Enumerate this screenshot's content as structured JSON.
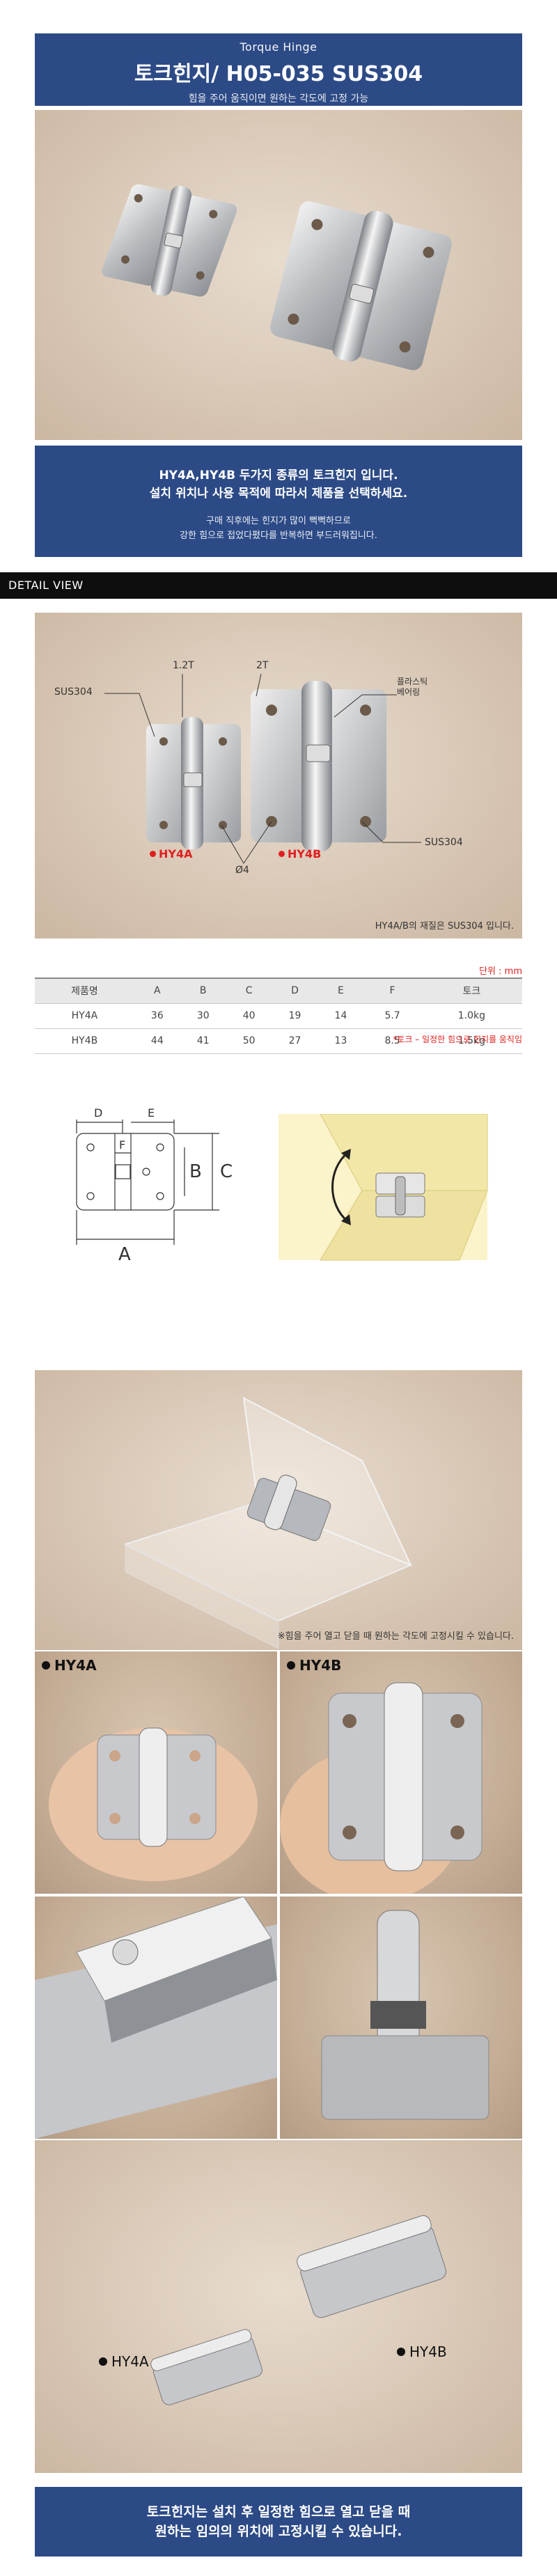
{
  "header": {
    "subtitle": "Torque Hinge",
    "title": "토크힌지/ H05-035 SUS304",
    "description": "힘을 주어 움직이면 원하는 각도에 고정 가능"
  },
  "intro": {
    "line1": "HY4A,HY4B 두가지 종류의 토크힌지 입니다.",
    "line2": "설치 위치나 사용 목적에 따라서 제품을 선택하세요.",
    "line3": "구매 직후에는 힌지가 많이 뻑뻑하므로",
    "line4": "강한 힘으로 접었다폈다를 반복하면 부드러워집니다."
  },
  "detail_bar": {
    "label": "DETAIL VIEW"
  },
  "detail": {
    "sus_left": "SUS304",
    "thick_a": "1.2T",
    "thick_b": "2T",
    "plastic_bearing_1": "플라스틱",
    "plastic_bearing_2": "베어링",
    "label_a": "HY4A",
    "label_b": "HY4B",
    "hole": "Ø4",
    "sus_right": "SUS304",
    "note": "HY4A/B의 재질은 SUS304 입니다."
  },
  "spec": {
    "unit": "단위 : mm",
    "headers": [
      "제품명",
      "A",
      "B",
      "C",
      "D",
      "E",
      "F",
      "토크"
    ],
    "rows": [
      [
        "HY4A",
        "36",
        "30",
        "40",
        "19",
        "14",
        "5.7",
        "1.0kg"
      ],
      [
        "HY4B",
        "44",
        "41",
        "50",
        "27",
        "13",
        "8.5",
        "1.5kg"
      ]
    ],
    "note": "*토크 – 일정한 힘으로 힌지를 움직임"
  },
  "schematic": {
    "d": "D",
    "e": "E",
    "f": "F",
    "b": "B",
    "c": "C",
    "a": "A"
  },
  "acrylic": {
    "note": "※힘을 주어 열고 닫을 때 원하는 각도에 고정시킬 수 있습니다."
  },
  "grid": {
    "label_a": "HY4A",
    "label_b": "HY4B"
  },
  "last_photo": {
    "label_a": "HY4A",
    "label_b": "HY4B"
  },
  "footer": {
    "line1": "토크힌지는 설치 후 일정한 힘으로 열고 닫을 때",
    "line2": "원하는 임의의 위치에 고정시킬 수 있습니다."
  },
  "colors": {
    "navy": "#2c4a86",
    "red": "#e02020",
    "black_bar": "#0e0e0e"
  },
  "icons": {
    "bullet": "filled-circle",
    "red_bullet": "red-filled-circle",
    "rotate_arrow": "curved-arrow"
  }
}
